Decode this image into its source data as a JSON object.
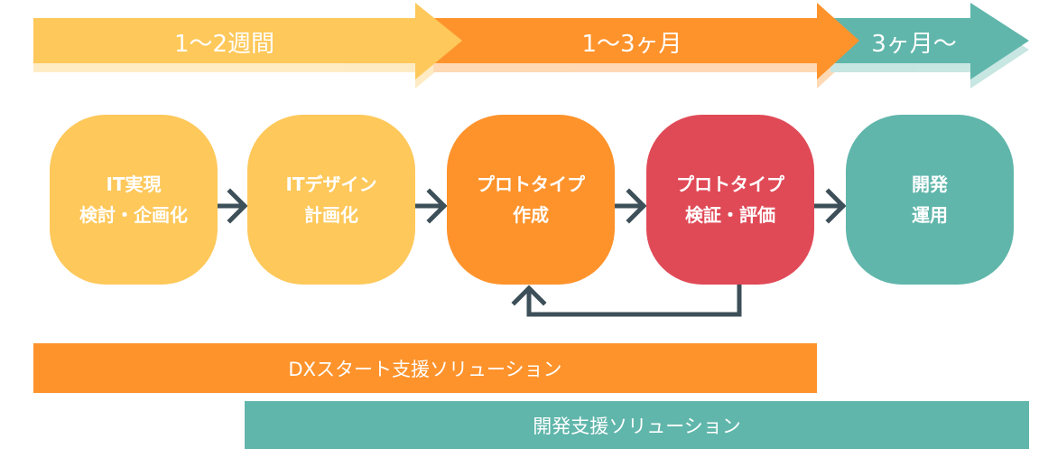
{
  "colors": {
    "yellow": "#FEC85A",
    "orange": "#FE932C",
    "red": "#E04A57",
    "teal": "#60B6AB",
    "arrow": "#3D4F58"
  },
  "phases": [
    {
      "label": "1〜2週間"
    },
    {
      "label": "1〜3ヶ月"
    },
    {
      "label": "3ヶ月〜"
    }
  ],
  "steps": [
    {
      "line1": "IT実現",
      "line2": "検討・企画化"
    },
    {
      "line1": "ITデザイン",
      "line2": "計画化"
    },
    {
      "line1": "プロトタイプ",
      "line2": "作成"
    },
    {
      "line1": "プロトタイプ",
      "line2": "検証・評価"
    },
    {
      "line1": "開発",
      "line2": "運用"
    }
  ],
  "solutions": [
    {
      "label": "DXスタート支援ソリューション"
    },
    {
      "label": "開発支援ソリューション"
    }
  ]
}
